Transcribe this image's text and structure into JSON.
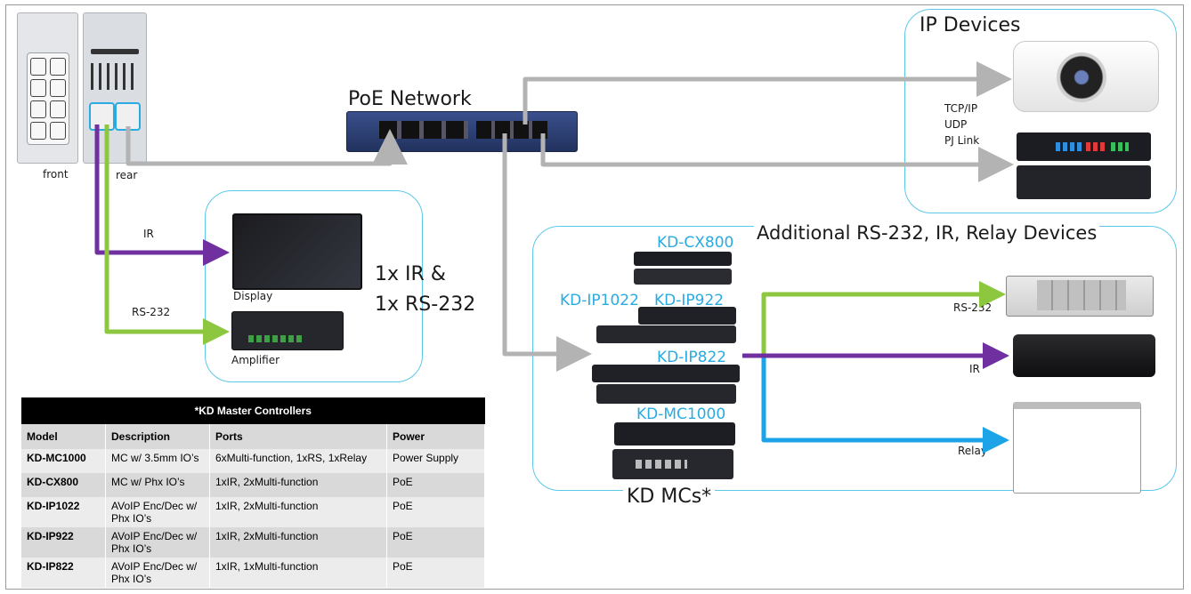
{
  "labels": {
    "front": "front",
    "rear": "rear",
    "poe_network": "PoE Network",
    "ip_devices": "IP Devices",
    "protocols": [
      "TCP/IP",
      "UDP",
      "PJ Link"
    ],
    "additional": "Additional RS-232, IR, Relay Devices",
    "ir": "IR",
    "rs232": "RS-232",
    "display": "Display",
    "amplifier": "Amplifier",
    "ir_rs_line1": "1x IR &",
    "ir_rs_line2": "1x RS-232",
    "kd_cx800": "KD-CX800",
    "kd_ip1022": "KD-IP1022",
    "kd_ip922": "KD-IP922",
    "kd_ip822": "KD-IP822",
    "kd_mc1000": "KD-MC1000",
    "kd_mcs": "KD MCs*",
    "right_rs232": "RS-232",
    "right_ir": "IR",
    "right_relay": "Relay"
  },
  "colors": {
    "cyan": "#29abe2",
    "purple": "#7030a0",
    "green": "#8dc63f",
    "blue": "#1ca3e8",
    "gray_line": "#b3b3b3",
    "box_border": "#5cc8e8"
  },
  "table": {
    "caption": "*KD Master Controllers",
    "headers": [
      "Model",
      "Description",
      "Ports",
      "Power"
    ],
    "rows": [
      [
        "KD-MC1000",
        "MC w/ 3.5mm IO’s",
        "6xMulti-function, 1xRS, 1xRelay",
        "Power Supply"
      ],
      [
        "KD-CX800",
        "MC w/ Phx IO’s",
        "1xIR, 2xMulti-function",
        "PoE"
      ],
      [
        "KD-IP1022",
        "AVoIP Enc/Dec w/ Phx IO’s",
        "1xIR, 2xMulti-function",
        "PoE"
      ],
      [
        "KD-IP922",
        "AVoIP Enc/Dec w/ Phx IO’s",
        "1xIR, 2xMulti-function",
        "PoE"
      ],
      [
        "KD-IP822",
        "AVoIP Enc/Dec w/ Phx IO’s",
        "1xIR, 1xMulti-function",
        "PoE"
      ]
    ]
  }
}
